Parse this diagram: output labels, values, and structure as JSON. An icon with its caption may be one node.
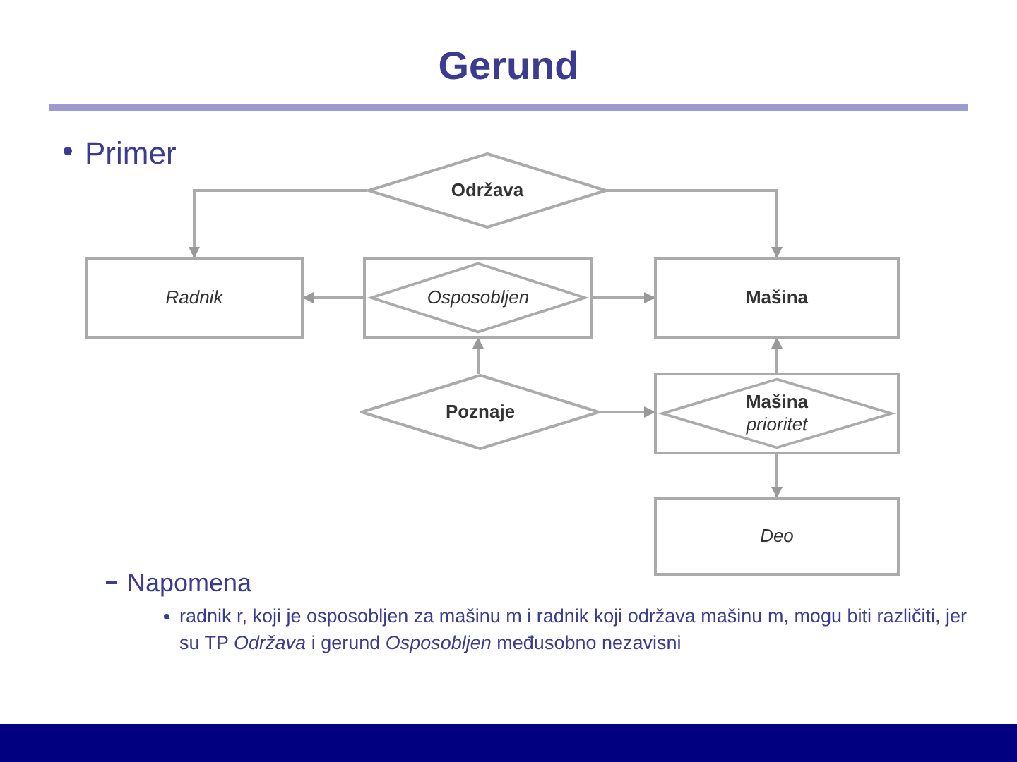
{
  "diagram": {
    "title": "Gerund",
    "nodes": [
      {
        "text": [
          "Održava"
        ]
      },
      {
        "text": [
          "Radnik"
        ]
      },
      {
        "text": [
          "Osposobljen"
        ]
      },
      {
        "text": [
          "Mašina"
        ]
      },
      {
        "text": [
          "Poznaje"
        ]
      },
      {
        "text": [
          "Mašina",
          "prioritet"
        ]
      },
      {
        "text": [
          "Deo"
        ]
      }
    ],
    "edges": [
      {
        "from": 0,
        "to": 1,
        "arrow": "to"
      },
      {
        "from": 0,
        "to": 3,
        "arrow": "to"
      },
      {
        "from": 2,
        "to": 1,
        "arrow": "to"
      },
      {
        "from": 2,
        "to": 3,
        "arrow": "to"
      },
      {
        "from": 4,
        "to": 2,
        "arrow": "to"
      },
      {
        "from": 4,
        "to": 5,
        "arrow": "to"
      },
      {
        "from": 5,
        "to": 3,
        "arrow": "to"
      },
      {
        "from": 5,
        "to": 6,
        "arrow": "to"
      }
    ],
    "labels": [
      "Primer",
      "Napomena",
      "radnik r, koji je osposobljen za mašinu m i radnik koji održava mašinu m, mogu biti različiti, jer su TP *Održava* i gerund *Osposobljen* međusobno nezavisni"
    ]
  }
}
